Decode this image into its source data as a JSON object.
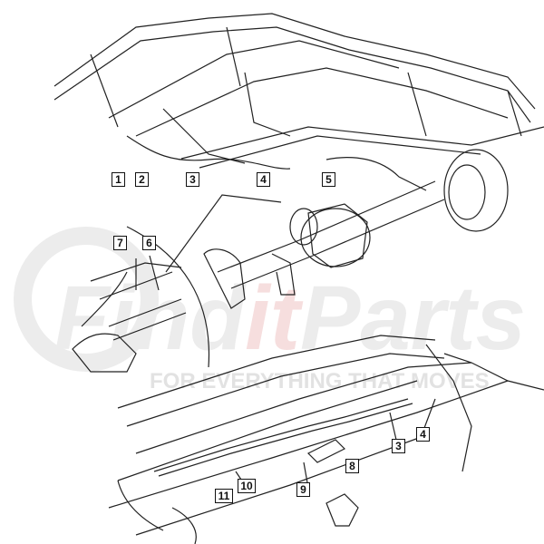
{
  "watermark": {
    "brand_part1": "Find",
    "brand_part2": "it",
    "brand_part3": "Parts",
    "tagline": "FOR EVERYTHING THAT MOVES",
    "colors": {
      "gray": "#e6e6e6",
      "red": "#f4d4d4"
    }
  },
  "callouts": [
    "1",
    "2",
    "3",
    "4",
    "5",
    "7",
    "6",
    "3",
    "4",
    "8",
    "9",
    "10",
    "11"
  ],
  "colors": {
    "line": "#222222",
    "box_border": "#111111"
  }
}
